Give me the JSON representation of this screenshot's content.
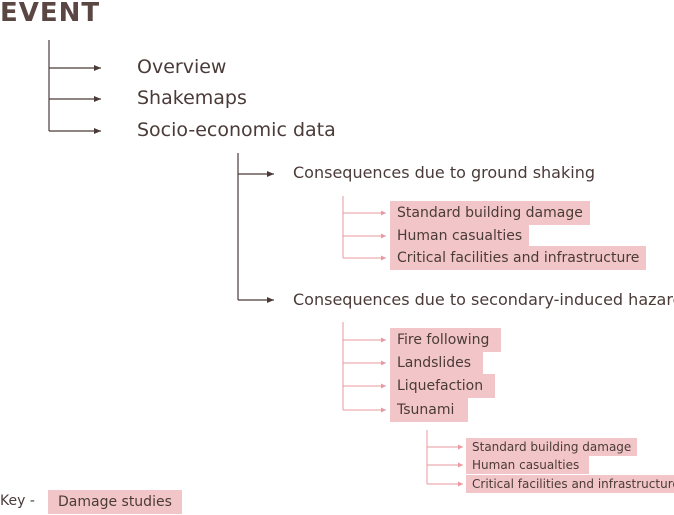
{
  "title": "EVENT",
  "level1": [
    "Overview",
    "Shakemaps",
    "Socio-economic data"
  ],
  "socio_economic": {
    "ground_shaking": {
      "label": "Consequences due to ground shaking",
      "items": [
        "Standard building damage",
        "Human casualties",
        "Critical facilities and infrastructure"
      ]
    },
    "secondary": {
      "label": "Consequences due to secondary-induced hazards",
      "items": [
        "Fire following",
        "Landslides",
        "Liquefaction",
        "Tsunami"
      ],
      "tsunami_items": [
        "Standard building damage",
        "Human casualties",
        "Critical facilities and infrastructure"
      ]
    }
  },
  "key": {
    "label": "Key -",
    "swatch": "Damage studies"
  },
  "colors": {
    "highlight": "#f2c6c9",
    "tree_line_dark": "#4a3b38",
    "tree_line_pink": "#e89aa0"
  }
}
